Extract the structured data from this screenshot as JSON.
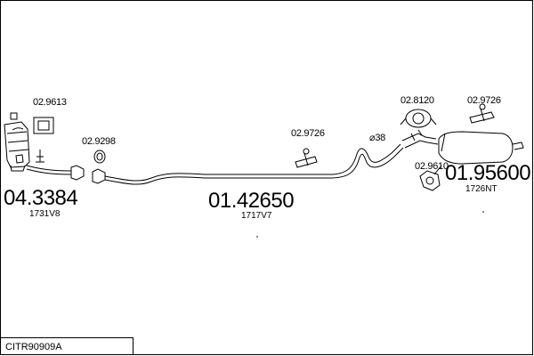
{
  "assembly_code": "CITR90909A",
  "parts": {
    "catalyst": {
      "number": "04.3384",
      "ref": "1731V8"
    },
    "center_pipe": {
      "number": "01.42650",
      "ref": "1717V7"
    },
    "rear_silencer": {
      "number": "01.95600",
      "ref": "1726NT"
    }
  },
  "accessories": {
    "bracket_top_left": "02.9613",
    "gasket_left": "02.9298",
    "hanger_center": "02.9726",
    "pipe_diameter": "⌀38",
    "clamp_top": "02.8120",
    "hanger_right": "02.9726",
    "rubber_mount": "02.9610"
  }
}
